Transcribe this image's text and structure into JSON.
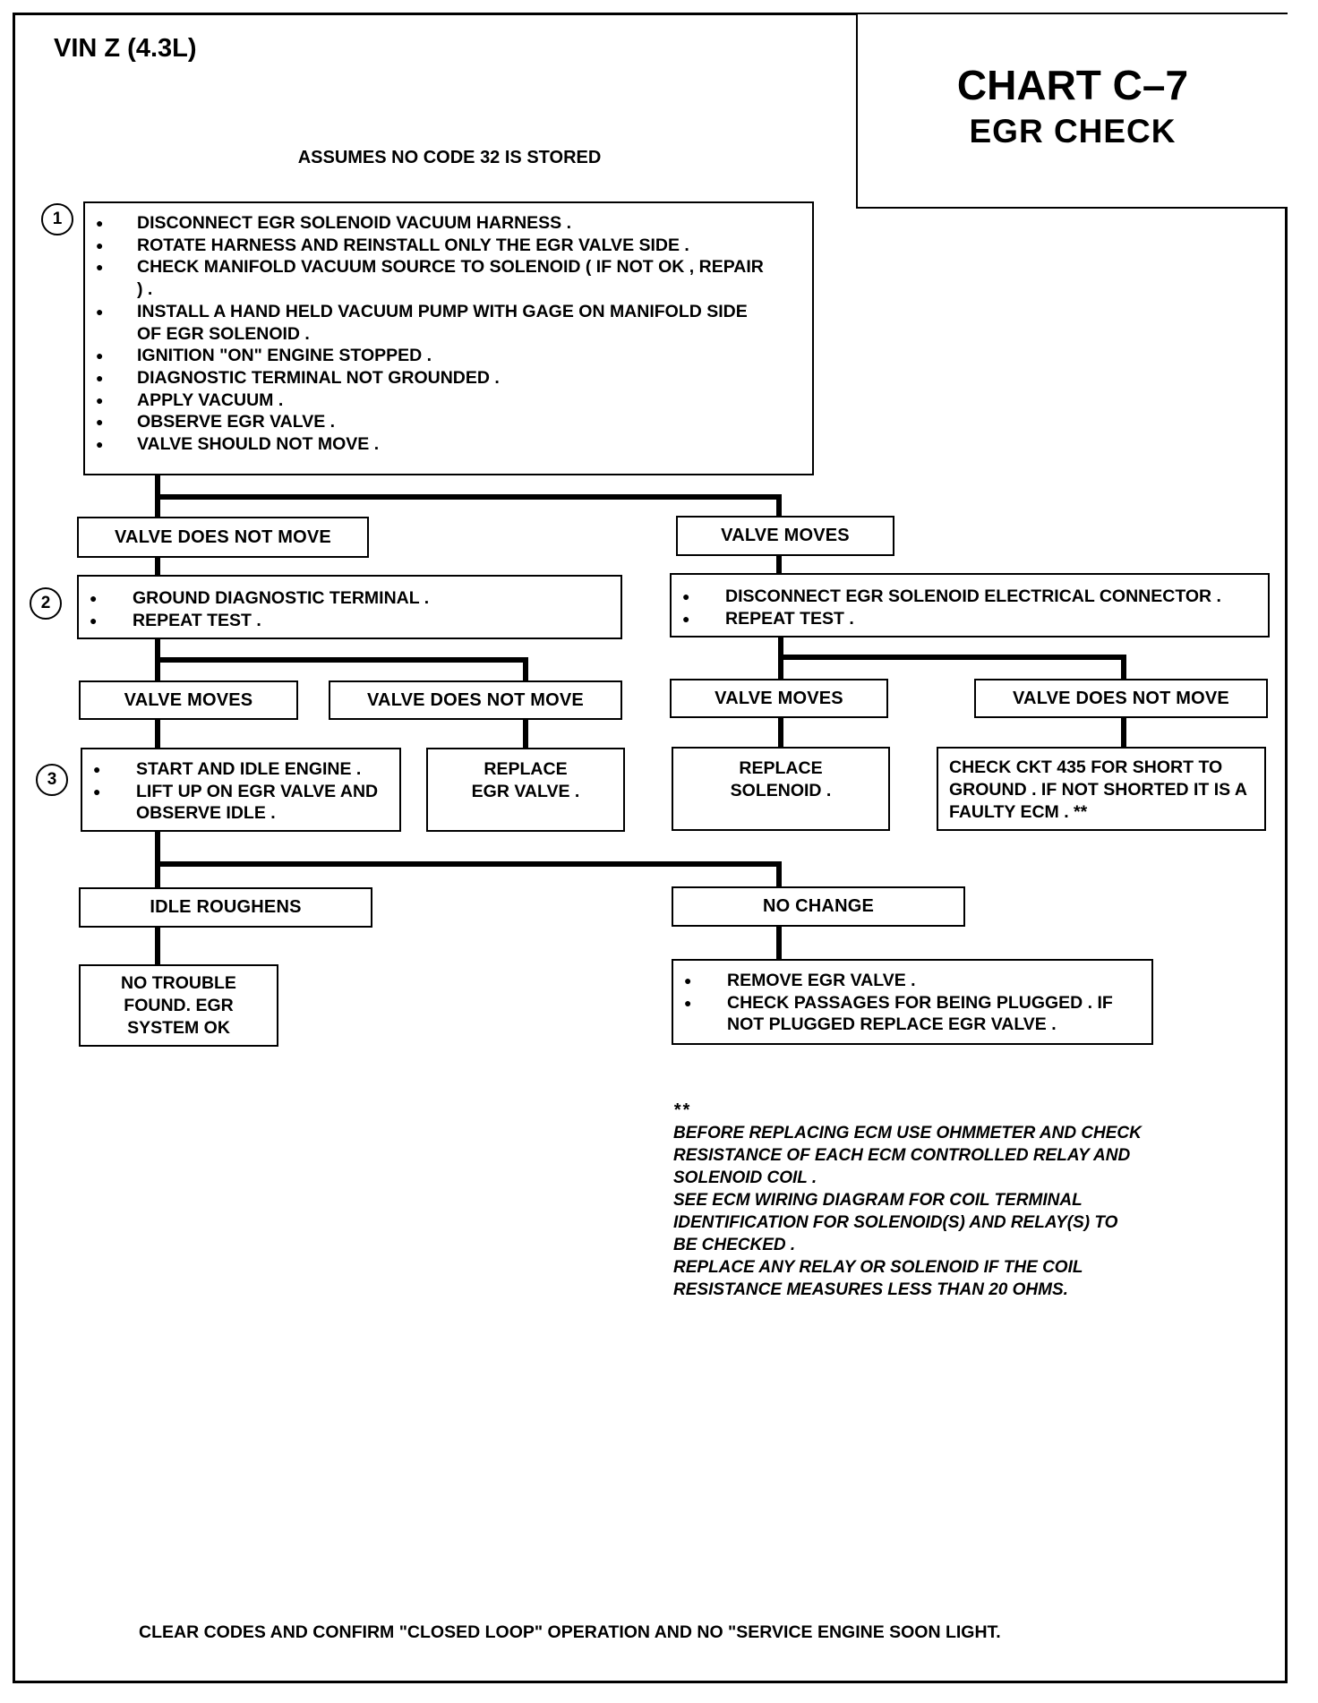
{
  "header": {
    "vin": "VIN Z (4.3L)",
    "chart_title": "CHART C–7",
    "chart_subtitle": "EGR CHECK",
    "assumption": "ASSUMES NO CODE 32 IS STORED"
  },
  "step1": {
    "number": "1",
    "items": [
      "DISCONNECT EGR SOLENOID VACUUM HARNESS .",
      "ROTATE HARNESS AND REINSTALL ONLY THE EGR VALVE SIDE .",
      "CHECK MANIFOLD VACUUM SOURCE TO SOLENOID ( IF NOT OK , REPAIR ) .",
      "INSTALL A HAND HELD VACUUM PUMP WITH GAGE ON MANIFOLD SIDE OF EGR SOLENOID .",
      "IGNITION \"ON\" ENGINE STOPPED .",
      "DIAGNOSTIC TERMINAL NOT GROUNDED .",
      "APPLY VACUUM .",
      "OBSERVE EGR VALVE .",
      "VALVE SHOULD NOT MOVE ."
    ]
  },
  "branch1": {
    "left_label": "VALVE DOES NOT MOVE",
    "right_label": "VALVE  MOVES"
  },
  "step2": {
    "number": "2",
    "items": [
      "GROUND DIAGNOSTIC TERMINAL .",
      "REPEAT TEST ."
    ]
  },
  "right_action": {
    "items": [
      "DISCONNECT EGR SOLENOID ELECTRICAL CONNECTOR .",
      "REPEAT TEST ."
    ]
  },
  "branch2": {
    "l1": "VALVE  MOVES",
    "l2": "VALVE DOES NOT MOVE",
    "r1": "VALVE  MOVES",
    "r2": "VALVE DOES NOT MOVE"
  },
  "step3": {
    "number": "3",
    "items": [
      "START AND IDLE ENGINE .",
      "LIFT UP ON EGR VALVE AND OBSERVE IDLE ."
    ]
  },
  "results": {
    "replace_egr_valve": "REPLACE EGR VALVE .",
    "replace_solenoid": "REPLACE SOLENOID .",
    "check_ckt": "CHECK CKT 435 FOR SHORT TO GROUND . IF NOT SHORTED IT IS A FAULTY ECM .  **"
  },
  "branch3": {
    "left_label": "IDLE ROUGHENS",
    "right_label": "NO CHANGE"
  },
  "final": {
    "no_trouble": "NO TROUBLE FOUND. EGR SYSTEM OK",
    "remove_items": [
      "REMOVE EGR VALVE .",
      "CHECK PASSAGES FOR BEING PLUGGED . IF NOT PLUGGED REPLACE EGR VALVE ."
    ]
  },
  "note": {
    "marker": "**",
    "lines": [
      "BEFORE REPLACING ECM USE OHMMETER AND CHECK",
      "RESISTANCE OF EACH ECM CONTROLLED RELAY AND",
      "SOLENOID COIL .",
      "SEE ECM WIRING DIAGRAM FOR COIL TERMINAL",
      "IDENTIFICATION FOR SOLENOID(S) AND RELAY(S) TO",
      "BE CHECKED .",
      "REPLACE ANY RELAY OR SOLENOID IF THE COIL",
      "RESISTANCE MEASURES LESS THAN 20 OHMS."
    ]
  },
  "footer": "CLEAR CODES AND CONFIRM \"CLOSED LOOP\" OPERATION AND NO \"SERVICE ENGINE SOON LIGHT."
}
